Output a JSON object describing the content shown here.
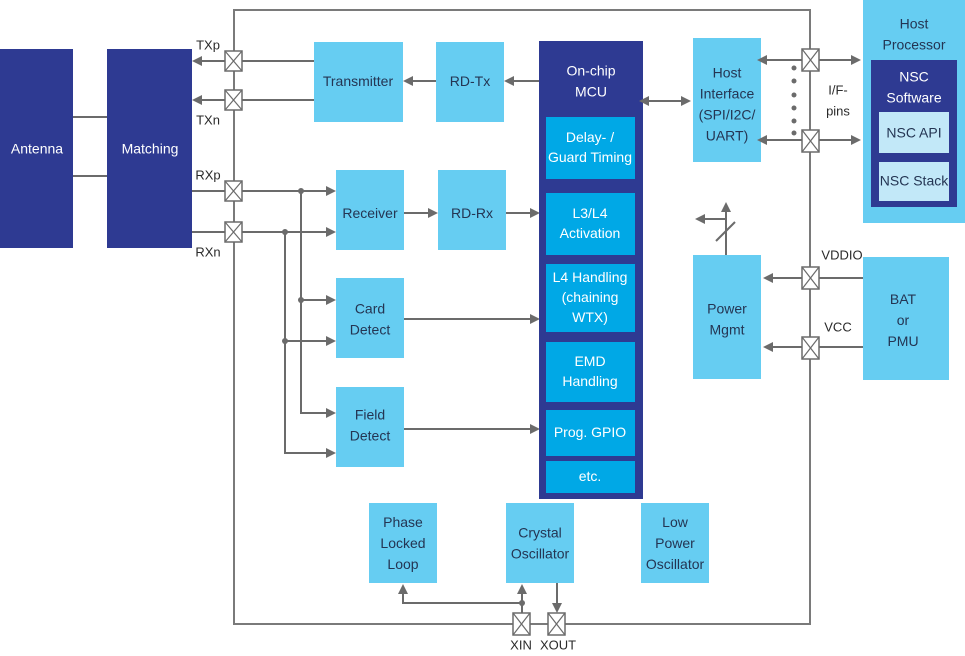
{
  "colors": {
    "dark_blue": "#2e3a92",
    "light_blue": "#66cdf2",
    "mid_blue": "#00a8e6",
    "pale_blue": "#c2e8f8",
    "wire": "#6b6b6b"
  },
  "external": {
    "antenna": "Antenna",
    "matching": "Matching",
    "host_processor": [
      "Host",
      "Processor"
    ],
    "nsc_software": [
      "NSC",
      "Software"
    ],
    "nsc_api": "NSC API",
    "nsc_stack": "NSC Stack",
    "bat_pmu": [
      "BAT",
      "or",
      "PMU"
    ]
  },
  "blocks": {
    "transmitter": [
      "Transmitter"
    ],
    "rd_tx": [
      "RD-Tx"
    ],
    "receiver": [
      "Receiver"
    ],
    "rd_rx": [
      "RD-Rx"
    ],
    "card_detect": [
      "Card",
      "Detect"
    ],
    "field_detect": [
      "Field",
      "Detect"
    ],
    "host_interface": [
      "Host",
      "Interface",
      "(SPI/I2C/",
      "UART)"
    ],
    "power_mgmt": [
      "Power",
      "Mgmt"
    ],
    "pll": [
      "Phase",
      "Locked",
      "Loop"
    ],
    "crystal_osc": [
      "Crystal",
      "Oscillator"
    ],
    "low_power_osc": [
      "Low",
      "Power",
      "Oscillator"
    ]
  },
  "mcu": {
    "title": [
      "On-chip",
      "MCU"
    ],
    "modules": [
      [
        "Delay- /",
        "Guard Timing"
      ],
      [
        "L3/L4",
        "Activation"
      ],
      [
        "L4 Handling",
        "(chaining",
        "WTX)"
      ],
      [
        "EMD",
        "Handling"
      ],
      [
        "Prog. GPIO"
      ],
      [
        "etc."
      ]
    ]
  },
  "pins": {
    "txp": "TXp",
    "txn": "TXn",
    "rxp": "RXp",
    "rxn": "RXn",
    "if_pins": [
      "I/F-",
      "pins"
    ],
    "vddio": "VDDIO",
    "vcc": "VCC",
    "xin": "XIN",
    "xout": "XOUT"
  }
}
